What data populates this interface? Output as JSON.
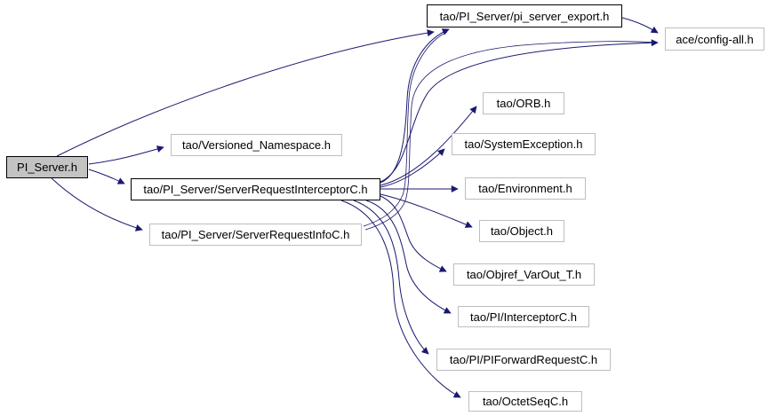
{
  "diagram": {
    "type": "include-dependency-graph",
    "colors": {
      "edge": "#191970",
      "node_fill": "#ffffff",
      "root_fill": "#c3c3c3",
      "strong_border": "#000000",
      "light_border": "#bebebe",
      "text": "#000000"
    }
  },
  "nodes": [
    {
      "id": "pi-server",
      "label": "PI_Server.h"
    },
    {
      "id": "pi-server-export",
      "label": "tao/PI_Server/pi_server_export.h"
    },
    {
      "id": "config-all",
      "label": "ace/config-all.h"
    },
    {
      "id": "orb",
      "label": "tao/ORB.h"
    },
    {
      "id": "versioned-namespace",
      "label": "tao/Versioned_Namespace.h"
    },
    {
      "id": "system-exception",
      "label": "tao/SystemException.h"
    },
    {
      "id": "server-request-interceptor-c",
      "label": "tao/PI_Server/ServerRequestInterceptorC.h"
    },
    {
      "id": "environment",
      "label": "tao/Environment.h"
    },
    {
      "id": "object",
      "label": "tao/Object.h"
    },
    {
      "id": "server-request-info-c",
      "label": "tao/PI_Server/ServerRequestInfoC.h"
    },
    {
      "id": "objref-varout-t",
      "label": "tao/Objref_VarOut_T.h"
    },
    {
      "id": "pi-interceptor-c",
      "label": "tao/PI/InterceptorC.h"
    },
    {
      "id": "pi-forward-request-c",
      "label": "tao/PI/PIForwardRequestC.h"
    },
    {
      "id": "octet-seq-c",
      "label": "tao/OctetSeqC.h"
    }
  ],
  "edges": [
    {
      "from": "PI_Server.h",
      "to": "tao/PI_Server/pi_server_export.h"
    },
    {
      "from": "PI_Server.h",
      "to": "tao/Versioned_Namespace.h"
    },
    {
      "from": "PI_Server.h",
      "to": "tao/PI_Server/ServerRequestInterceptorC.h"
    },
    {
      "from": "PI_Server.h",
      "to": "tao/PI_Server/ServerRequestInfoC.h"
    },
    {
      "from": "tao/PI_Server/pi_server_export.h",
      "to": "ace/config-all.h"
    },
    {
      "from": "tao/PI_Server/ServerRequestInterceptorC.h",
      "to": "tao/PI_Server/pi_server_export.h"
    },
    {
      "from": "tao/PI_Server/ServerRequestInterceptorC.h",
      "to": "ace/config-all.h"
    },
    {
      "from": "tao/PI_Server/ServerRequestInterceptorC.h",
      "to": "tao/ORB.h"
    },
    {
      "from": "tao/PI_Server/ServerRequestInterceptorC.h",
      "to": "tao/SystemException.h"
    },
    {
      "from": "tao/PI_Server/ServerRequestInterceptorC.h",
      "to": "tao/Environment.h"
    },
    {
      "from": "tao/PI_Server/ServerRequestInterceptorC.h",
      "to": "tao/Object.h"
    },
    {
      "from": "tao/PI_Server/ServerRequestInterceptorC.h",
      "to": "tao/Objref_VarOut_T.h"
    },
    {
      "from": "tao/PI_Server/ServerRequestInterceptorC.h",
      "to": "tao/PI/InterceptorC.h"
    },
    {
      "from": "tao/PI_Server/ServerRequestInterceptorC.h",
      "to": "tao/PI/PIForwardRequestC.h"
    },
    {
      "from": "tao/PI_Server/ServerRequestInterceptorC.h",
      "to": "tao/OctetSeqC.h"
    }
  ]
}
